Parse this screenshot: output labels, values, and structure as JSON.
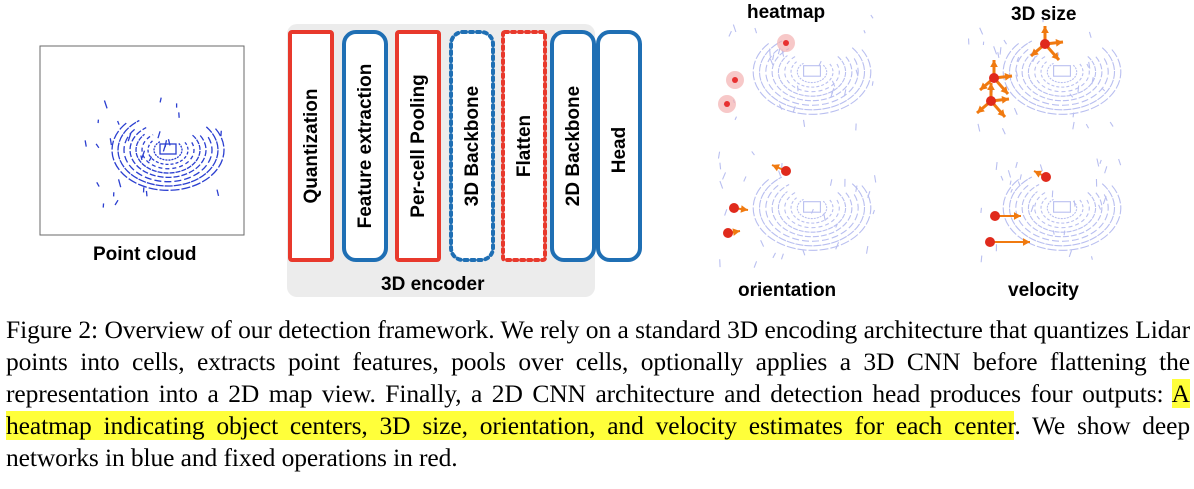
{
  "figure": {
    "point_cloud_label": "Point cloud",
    "encoder_label": "3D encoder",
    "blocks": [
      {
        "label": "Quantization",
        "color": "#e8392c",
        "style": "solid"
      },
      {
        "label": "Feature extraction",
        "color": "#1f6fb4",
        "style": "solid"
      },
      {
        "label": "Per-cell Pooling",
        "color": "#e8392c",
        "style": "solid"
      },
      {
        "label": "3D Backbone",
        "color": "#1f6fb4",
        "style": "dotted"
      },
      {
        "label": "Flatten",
        "color": "#e8392c",
        "style": "dotted"
      },
      {
        "label": "2D Backbone",
        "color": "#1f6fb4",
        "style": "solid"
      },
      {
        "label": "Head",
        "color": "#1f6fb4",
        "style": "solid"
      }
    ],
    "outputs": {
      "heatmap": "heatmap",
      "size": "3D size",
      "orientation": "orientation",
      "velocity": "velocity"
    }
  },
  "caption": {
    "part1": "Figure 2: Overview of our detection framework. We rely on a standard 3D encoding architecture that quantizes Lidar points into cells, extracts point features, pools over cells, optionally applies a 3D CNN before flattening the representation into a 2D map view. Finally, a 2D CNN architecture and detection head produces four outputs: ",
    "highlight": "A heatmap indicating object centers, 3D size, orientation, and velocity estimates for each center",
    "part2": ". We show deep networks in blue and fixed operations in red."
  }
}
